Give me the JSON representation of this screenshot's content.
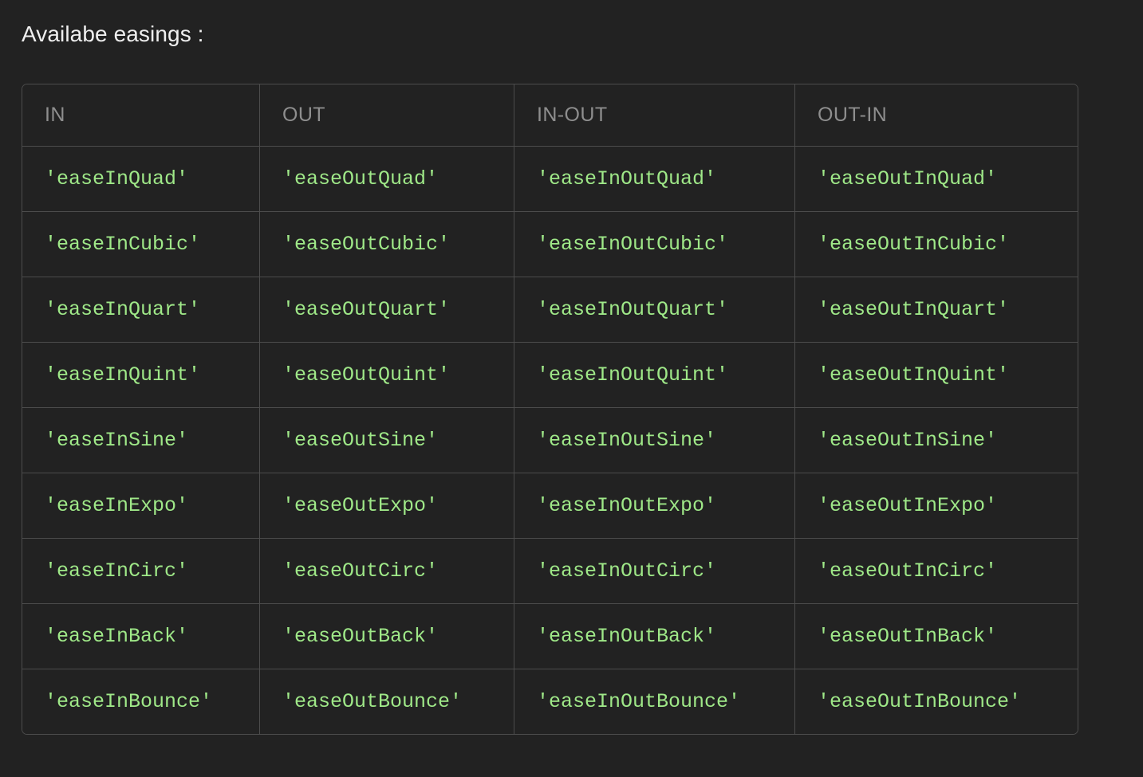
{
  "page": {
    "background_color": "#222222",
    "title": "Availabe easings :"
  },
  "colors": {
    "page_background": "#222222",
    "title_text": "#efefef",
    "table_border": "#4c4c4c",
    "header_text": "#8e8e8e",
    "cell_text": "#9fe888"
  },
  "table": {
    "name": "available-easings-table",
    "headers": [
      "IN",
      "OUT",
      "IN-OUT",
      "OUT-IN"
    ],
    "rows": [
      [
        "'easeInQuad'",
        "'easeOutQuad'",
        "'easeInOutQuad'",
        "'easeOutInQuad'"
      ],
      [
        "'easeInCubic'",
        "'easeOutCubic'",
        "'easeInOutCubic'",
        "'easeOutInCubic'"
      ],
      [
        "'easeInQuart'",
        "'easeOutQuart'",
        "'easeInOutQuart'",
        "'easeOutInQuart'"
      ],
      [
        "'easeInQuint'",
        "'easeOutQuint'",
        "'easeInOutQuint'",
        "'easeOutInQuint'"
      ],
      [
        "'easeInSine'",
        "'easeOutSine'",
        "'easeInOutSine'",
        "'easeOutInSine'"
      ],
      [
        "'easeInExpo'",
        "'easeOutExpo'",
        "'easeInOutExpo'",
        "'easeOutInExpo'"
      ],
      [
        "'easeInCirc'",
        "'easeOutCirc'",
        "'easeInOutCirc'",
        "'easeOutInCirc'"
      ],
      [
        "'easeInBack'",
        "'easeOutBack'",
        "'easeInOutBack'",
        "'easeOutInBack'"
      ],
      [
        "'easeInBounce'",
        "'easeOutBounce'",
        "'easeInOutBounce'",
        "'easeOutInBounce'"
      ]
    ]
  }
}
